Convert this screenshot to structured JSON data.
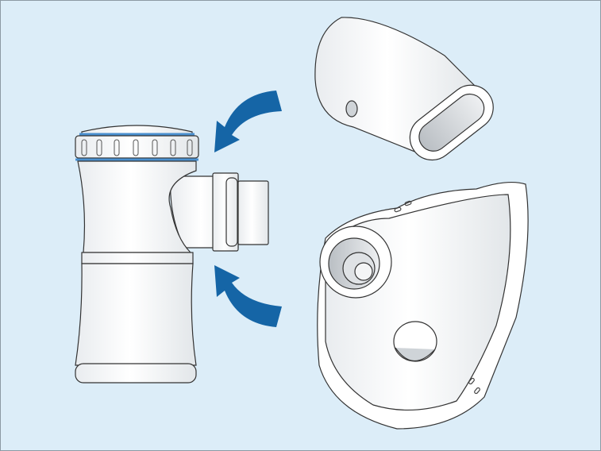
{
  "illustration": {
    "subject": "nebulizer-assembly",
    "parts": [
      "nebulizer-body",
      "mouthpiece",
      "face-mask"
    ],
    "arrows": 2
  },
  "colors": {
    "background": "#dcedf8",
    "border": "#8c9aa4",
    "outline": "#333333",
    "part_fill": "#ffffff",
    "shade": "#e6e9ec",
    "arrow": "#1565a6",
    "seal_ring": "#4a90d0"
  }
}
